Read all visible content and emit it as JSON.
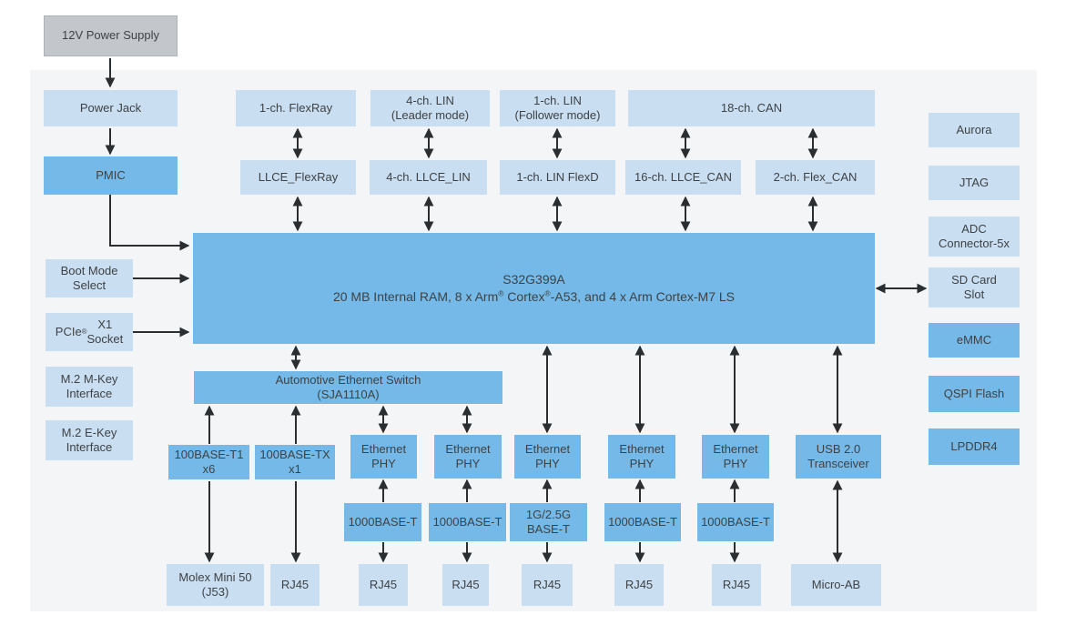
{
  "diagram": {
    "colors": {
      "box_blue": "#74b9e7",
      "box_light_blue": "#c9def1",
      "box_gray": "#c3c7cb",
      "panel_background": "#f3f5f7",
      "arrow": "#2b2e31",
      "text": "#3e4245"
    },
    "power_chain": {
      "supply": "12V Power Supply",
      "jack": "Power Jack",
      "pmic": "PMIC"
    },
    "left_column": {
      "boot_mode": "Boot Mode\nSelect",
      "pcie": "PCIe® X1\nSocket",
      "m2_m_key": "M.2 M-Key\nInterface",
      "m2_e_key": "M.2 E-Key\nInterface"
    },
    "comm_row": {
      "flexray": "1-ch. FlexRay",
      "lin_leader": "4-ch. LIN\n(Leader mode)",
      "lin_follower": "1-ch. LIN\n(Follower mode)",
      "can": "18-ch. CAN"
    },
    "llce_row": {
      "llce_flexray": "LLCE_FlexRay",
      "llce_lin": "4-ch. LLCE_LIN",
      "lin_flexd": "1-ch. LIN FlexD",
      "llce_can": "16-ch. LLCE_CAN",
      "flex_can": "2-ch. Flex_CAN"
    },
    "soc": {
      "name": "S32G399A",
      "description": "20 MB Internal RAM, 8 x Arm® Cortex®-A53, and 4 x Arm Cortex-M7 LS"
    },
    "right_column": {
      "aurora": "Aurora",
      "jtag": "JTAG",
      "adc": "ADC\nConnector-5x",
      "sd_card": "SD Card\nSlot",
      "emmc": "eMMC",
      "qspi": "QSPI Flash",
      "lpddr4": "LPDDR4"
    },
    "ethernet": {
      "switch": "Automotive Ethernet Switch\n(SJA1110A)",
      "base_t1": "100BASE-T1\nx6",
      "base_tx": "100BASE-TX\nx1",
      "phy": "Ethernet\nPHY",
      "base_1000": "1000BASE-T",
      "base_multi_g": "1G/2.5G\nBASE-T"
    },
    "usb": {
      "transceiver": "USB 2.0\nTransceiver",
      "connector": "Micro-AB"
    },
    "connectors": {
      "molex": "Molex Mini 50\n(J53)",
      "rj45": "RJ45"
    }
  }
}
